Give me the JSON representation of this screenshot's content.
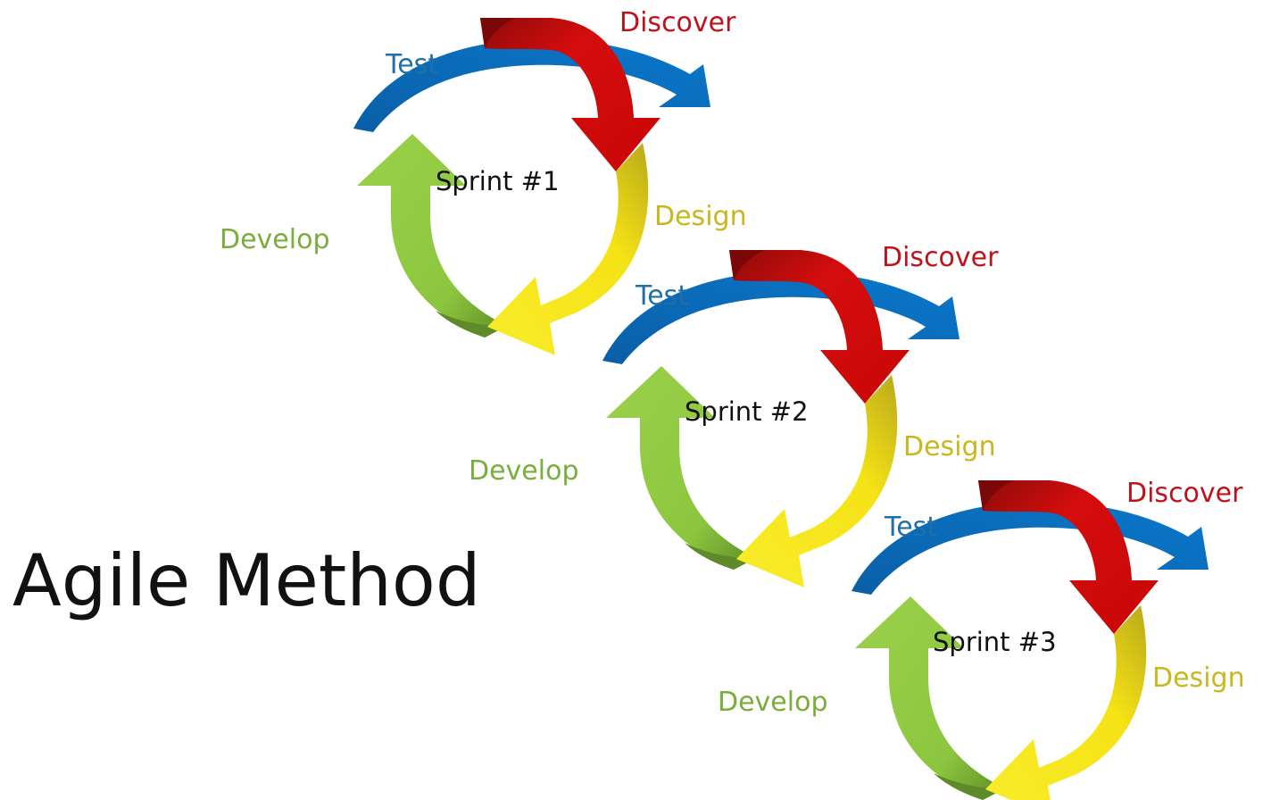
{
  "title": "Agile Method",
  "colors": {
    "discover": "#cc0000",
    "test": "#0070c0",
    "design": "#f5e316",
    "develop": "#8cc63f"
  },
  "sprints": [
    {
      "name": "Sprint #1",
      "discover": "Discover",
      "test": "Test",
      "design": "Design",
      "develop": "Develop"
    },
    {
      "name": "Sprint #2",
      "discover": "Discover",
      "test": "Test",
      "design": "Design",
      "develop": "Develop"
    },
    {
      "name": "Sprint #3",
      "discover": "Discover",
      "test": "Test",
      "design": "Design",
      "develop": "Develop"
    }
  ]
}
